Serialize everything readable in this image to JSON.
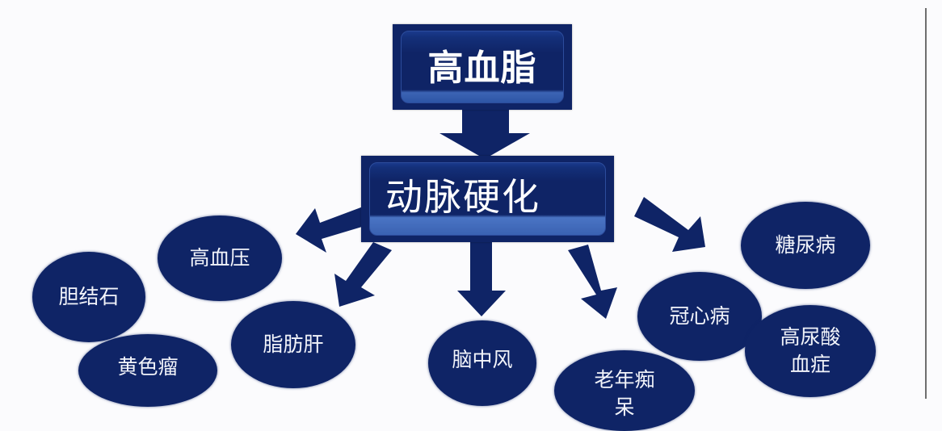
{
  "diagram": {
    "root": {
      "label": "高血脂"
    },
    "middle": {
      "label": "动脉硬化"
    },
    "outcomes": [
      {
        "id": "hypertension",
        "label": "高血压"
      },
      {
        "id": "gallstones",
        "label": "胆结石"
      },
      {
        "id": "xanthoma",
        "label": "黄色瘤"
      },
      {
        "id": "fatty-liver",
        "label": "脂肪肝"
      },
      {
        "id": "stroke",
        "label": "脑中风"
      },
      {
        "id": "dementia",
        "label": "老年痴\n呆"
      },
      {
        "id": "coronary",
        "label": "冠心病"
      },
      {
        "id": "diabetes",
        "label": "糖尿病"
      },
      {
        "id": "hyperuricemia",
        "label": "高尿酸\n血症"
      }
    ],
    "colors": {
      "node_fill": "#0f2466",
      "node_highlight": "#3c64b4",
      "text": "#ffffff",
      "background": "#fbfbfd",
      "rule": "#6e6e6e"
    }
  }
}
